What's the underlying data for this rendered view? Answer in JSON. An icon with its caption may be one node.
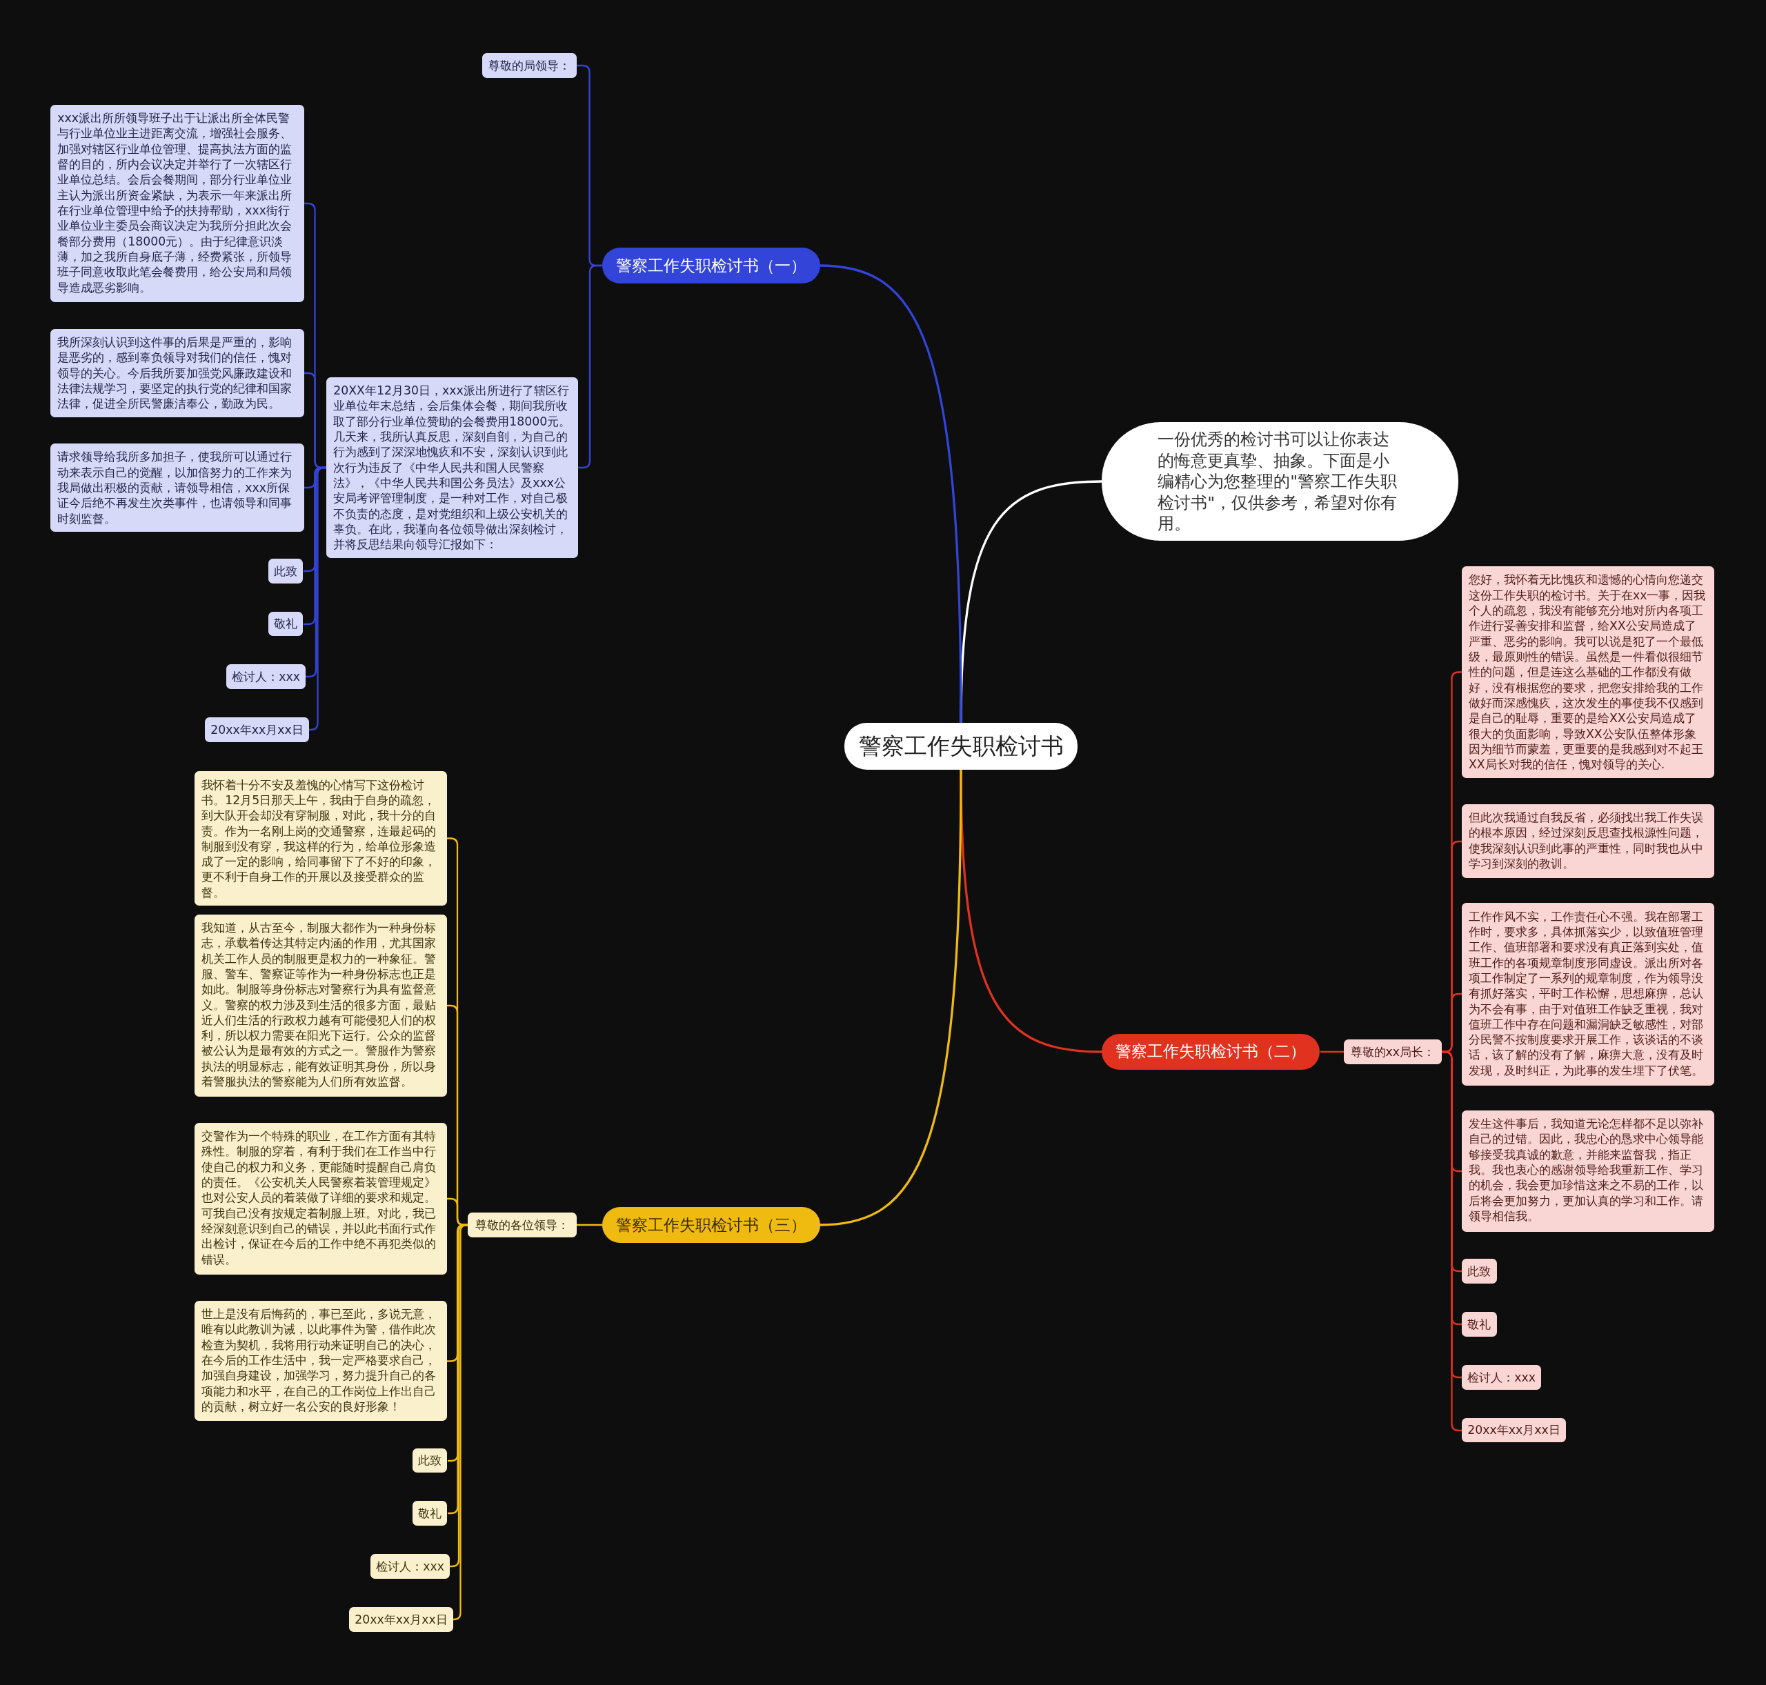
{
  "diagram": {
    "nodes": [
      {
        "text": [
          "警察工作失职检讨书"
        ]
      },
      {
        "text": [
          "一份优秀的检讨书可以让你表达的悔意更真挚、抽象。下面是小编精心为您整理的\"警察工作失职检讨书\"，仅供参考，希望对你有用。"
        ]
      },
      {
        "text": [
          "警察工作失职检讨书（一）"
        ]
      },
      {
        "text": [
          "尊敬的局领导："
        ]
      },
      {
        "text": [
          "20XX年12月30日，xxx派出所进行了辖区行业单位年末总结，会后集体会餐，期间我所收取了部分行业单位赞助的会餐费用18000元。几天来，我所认真反思，深刻自剖，为自己的行为感到了深深地愧疚和不安，深刻认识到此次行为违反了《中华人民共和国人民警察法》，《中华人民共和国公务员法》及xxx公安局考评管理制度，是一种对工作，对自己极不负责的态度，是对党组织和上级公安机关的辜负。在此，我谨向各位领导做出深刻检讨，并将反思结果向领导汇报如下："
        ]
      },
      {
        "text": [
          "xxx派出所所领导班子出于让派出所全体民警与行业单位业主进距离交流，增强社会服务、加强对辖区行业单位管理、提高执法方面的监督的目的，所内会议决定并举行了一次辖区行业单位总结。会后会餐期间，部分行业单位业主认为派出所资金紧缺，为表示一年来派出所在行业单位管理中给予的扶持帮助，xxx街行业单位业主委员会商议决定为我所分担此次会餐部分费用（18000元）。由于纪律意识淡薄，加之我所自身底子薄，经费紧张，所领导班子同意收取此笔会餐费用，给公安局和局领导造成恶劣影响。"
        ]
      },
      {
        "text": [
          "我所深刻认识到这件事的后果是严重的，影响是恶劣的，感到辜负领导对我们的信任，愧对领导的关心。今后我所要加强党风廉政建设和法律法规学习，要坚定的执行党的纪律和国家法律，促进全所民警廉洁奉公，勤政为民。"
        ]
      },
      {
        "text": [
          "请求领导给我所多加担子，使我所可以通过行动来表示自己的觉醒，以加倍努力的工作来为我局做出积极的贡献，请领导相信，xxx所保证今后绝不再发生次类事件，也请领导和同事时刻监督。"
        ]
      },
      {
        "text": [
          "此致"
        ]
      },
      {
        "text": [
          "敬礼"
        ]
      },
      {
        "text": [
          "检讨人：xxx"
        ]
      },
      {
        "text": [
          "20xx年xx月xx日"
        ]
      },
      {
        "text": [
          "警察工作失职检讨书（二）"
        ]
      },
      {
        "text": [
          "尊敬的xx局长："
        ]
      },
      {
        "text": [
          "您好，我怀着无比愧疚和遗憾的心情向您递交这份工作失职的检讨书。关于在xx一事，因我个人的疏忽，我没有能够充分地对所内各项工作进行妥善安排和监督，给XX公安局造成了严重、恶劣的影响。我可以说是犯了一个最低级，最原则性的错误。虽然是一件看似很细节性的问题，但是连这么基础的工作都没有做好，没有根据您的要求，把您安排给我的工作做好而深感愧疚，这次发生的事使我不仅感到是自己的耻辱，重要的是给XX公安局造成了很大的负面影响，导致XX公安队伍整体形象因为细节而蒙羞，更重要的是我感到对不起王XX局长对我的信任，愧对领导的关心."
        ]
      },
      {
        "text": [
          "但此次我通过自我反省，必须找出我工作失误的根本原因，经过深刻反思查找根源性问题，使我深刻认识到此事的严重性，同时我也从中学习到深刻的教训。"
        ]
      },
      {
        "text": [
          "工作作风不实，工作责任心不强。我在部署工作时，要求多，具体抓落实少，以致值班管理工作、值班部署和要求没有真正落到实处，值班工作的各项规章制度形同虚设。派出所对各项工作制定了一系列的规章制度，作为领导没有抓好落实，平时工作松懈，思想麻痹，总认为不会有事，由于对值班工作缺乏重视，我对值班工作中存在问题和漏洞缺乏敏感性，对部分民警不按制度要求开展工作，该谈话的不谈话，该了解的没有了解，麻痹大意，没有及时发现，及时纠正，为此事的发生埋下了伏笔。"
        ]
      },
      {
        "text": [
          "发生这件事后，我知道无论怎样都不足以弥补自己的过错。因此，我忠心的恳求中心领导能够接受我真诚的歉意，并能来监督我，指正我。我也衷心的感谢领导给我重新工作、学习的机会，我会更加珍惜这来之不易的工作，以后将会更加努力，更加认真的学习和工作。请领导相信我。"
        ]
      },
      {
        "text": [
          "此致"
        ]
      },
      {
        "text": [
          "敬礼"
        ]
      },
      {
        "text": [
          "检讨人：xxx"
        ]
      },
      {
        "text": [
          "20xx年xx月xx日"
        ]
      },
      {
        "text": [
          "警察工作失职检讨书（三）"
        ]
      },
      {
        "text": [
          "尊敬的各位领导："
        ]
      },
      {
        "text": [
          "我怀着十分不安及羞愧的心情写下这份检讨书。12月5日那天上午，我由于自身的疏忽，到大队开会却没有穿制服，对此，我十分的自责。作为一名刚上岗的交通警察，连最起码的制服到没有穿，我这样的行为，给单位形象造成了一定的影响，给同事留下了不好的印象，更不利于自身工作的开展以及接受群众的监督。"
        ]
      },
      {
        "text": [
          "我知道，从古至今，制服大都作为一种身份标志，承载着传达其特定内涵的作用，尤其国家机关工作人员的制服更是权力的一种象征。警服、警车、警察证等作为一种身份标志也正是如此。制服等身份标志对警察行为具有监督意义。警察的权力涉及到生活的很多方面，最贴近人们生活的行政权力越有可能侵犯人们的权利，所以权力需要在阳光下运行。公众的监督被公认为是最有效的方式之一。警服作为警察执法的明显标志，能有效证明其身份，所以身着警服执法的警察能为人们所有效监督。"
        ]
      },
      {
        "text": [
          "交警作为一个特殊的职业，在工作方面有其特殊性。制服的穿着，有利于我们在工作当中行使自己的权力和义务，更能随时提醒自己肩负的责任。《公安机关人民警察着装管理规定》也对公安人员的着装做了详细的要求和规定。可我自己没有按规定着制服上班。对此，我已经深刻意识到自己的错误，并以此书面行式作出检讨，保证在今后的工作中绝不再犯类似的错误。"
        ]
      },
      {
        "text": [
          "世上是没有后悔药的，事已至此，多说无意，唯有以此教训为诫，以此事件为警，借作此次检查为契机，我将用行动来证明自己的决心，在今后的工作生活中，我一定严格要求自己，加强自身建设，加强学习，努力提升自己的各项能力和水平，在自己的工作岗位上作出自己的贡献，树立好一名公安的良好形象！"
        ]
      },
      {
        "text": [
          "此致"
        ]
      },
      {
        "text": [
          "敬礼"
        ]
      },
      {
        "text": [
          "检讨人：xxx"
        ]
      },
      {
        "text": [
          "20xx年xx月xx日"
        ]
      }
    ],
    "edges": [
      {
        "from": 0,
        "to": 1,
        "arrow": "none",
        "color": "#ffffff"
      },
      {
        "from": 0,
        "to": 2,
        "arrow": "none",
        "color": "#3344d8"
      },
      {
        "from": 2,
        "to": 3,
        "arrow": "none",
        "color": "#3344d8"
      },
      {
        "from": 2,
        "to": 4,
        "arrow": "none",
        "color": "#3344d8"
      },
      {
        "from": 4,
        "to": 5,
        "arrow": "none",
        "color": "#3344d8"
      },
      {
        "from": 4,
        "to": 6,
        "arrow": "none",
        "color": "#3344d8"
      },
      {
        "from": 4,
        "to": 7,
        "arrow": "none",
        "color": "#3344d8"
      },
      {
        "from": 4,
        "to": 8,
        "arrow": "none",
        "color": "#3344d8"
      },
      {
        "from": 4,
        "to": 9,
        "arrow": "none",
        "color": "#3344d8"
      },
      {
        "from": 4,
        "to": 10,
        "arrow": "none",
        "color": "#3344d8"
      },
      {
        "from": 4,
        "to": 11,
        "arrow": "none",
        "color": "#3344d8"
      },
      {
        "from": 0,
        "to": 12,
        "arrow": "none",
        "color": "#e0321e"
      },
      {
        "from": 12,
        "to": 13,
        "arrow": "none",
        "color": "#e0321e"
      },
      {
        "from": 13,
        "to": 14,
        "arrow": "none",
        "color": "#e0321e"
      },
      {
        "from": 13,
        "to": 15,
        "arrow": "none",
        "color": "#e0321e"
      },
      {
        "from": 13,
        "to": 16,
        "arrow": "none",
        "color": "#e0321e"
      },
      {
        "from": 13,
        "to": 17,
        "arrow": "none",
        "color": "#e0321e"
      },
      {
        "from": 13,
        "to": 18,
        "arrow": "none",
        "color": "#e0321e"
      },
      {
        "from": 13,
        "to": 19,
        "arrow": "none",
        "color": "#e0321e"
      },
      {
        "from": 13,
        "to": 20,
        "arrow": "none",
        "color": "#e0321e"
      },
      {
        "from": 13,
        "to": 21,
        "arrow": "none",
        "color": "#e0321e"
      },
      {
        "from": 0,
        "to": 22,
        "arrow": "none",
        "color": "#f0bb10"
      },
      {
        "from": 22,
        "to": 23,
        "arrow": "none",
        "color": "#f0bb10"
      },
      {
        "from": 23,
        "to": 24,
        "arrow": "none",
        "color": "#f0bb10"
      },
      {
        "from": 23,
        "to": 25,
        "arrow": "none",
        "color": "#f0bb10"
      },
      {
        "from": 23,
        "to": 26,
        "arrow": "none",
        "color": "#f0bb10"
      },
      {
        "from": 23,
        "to": 27,
        "arrow": "none",
        "color": "#f0bb10"
      },
      {
        "from": 23,
        "to": 28,
        "arrow": "none",
        "color": "#f0bb10"
      },
      {
        "from": 23,
        "to": 29,
        "arrow": "none",
        "color": "#f0bb10"
      },
      {
        "from": 23,
        "to": 30,
        "arrow": "none",
        "color": "#f0bb10"
      },
      {
        "from": 23,
        "to": 31,
        "arrow": "none",
        "color": "#f0bb10"
      }
    ]
  }
}
